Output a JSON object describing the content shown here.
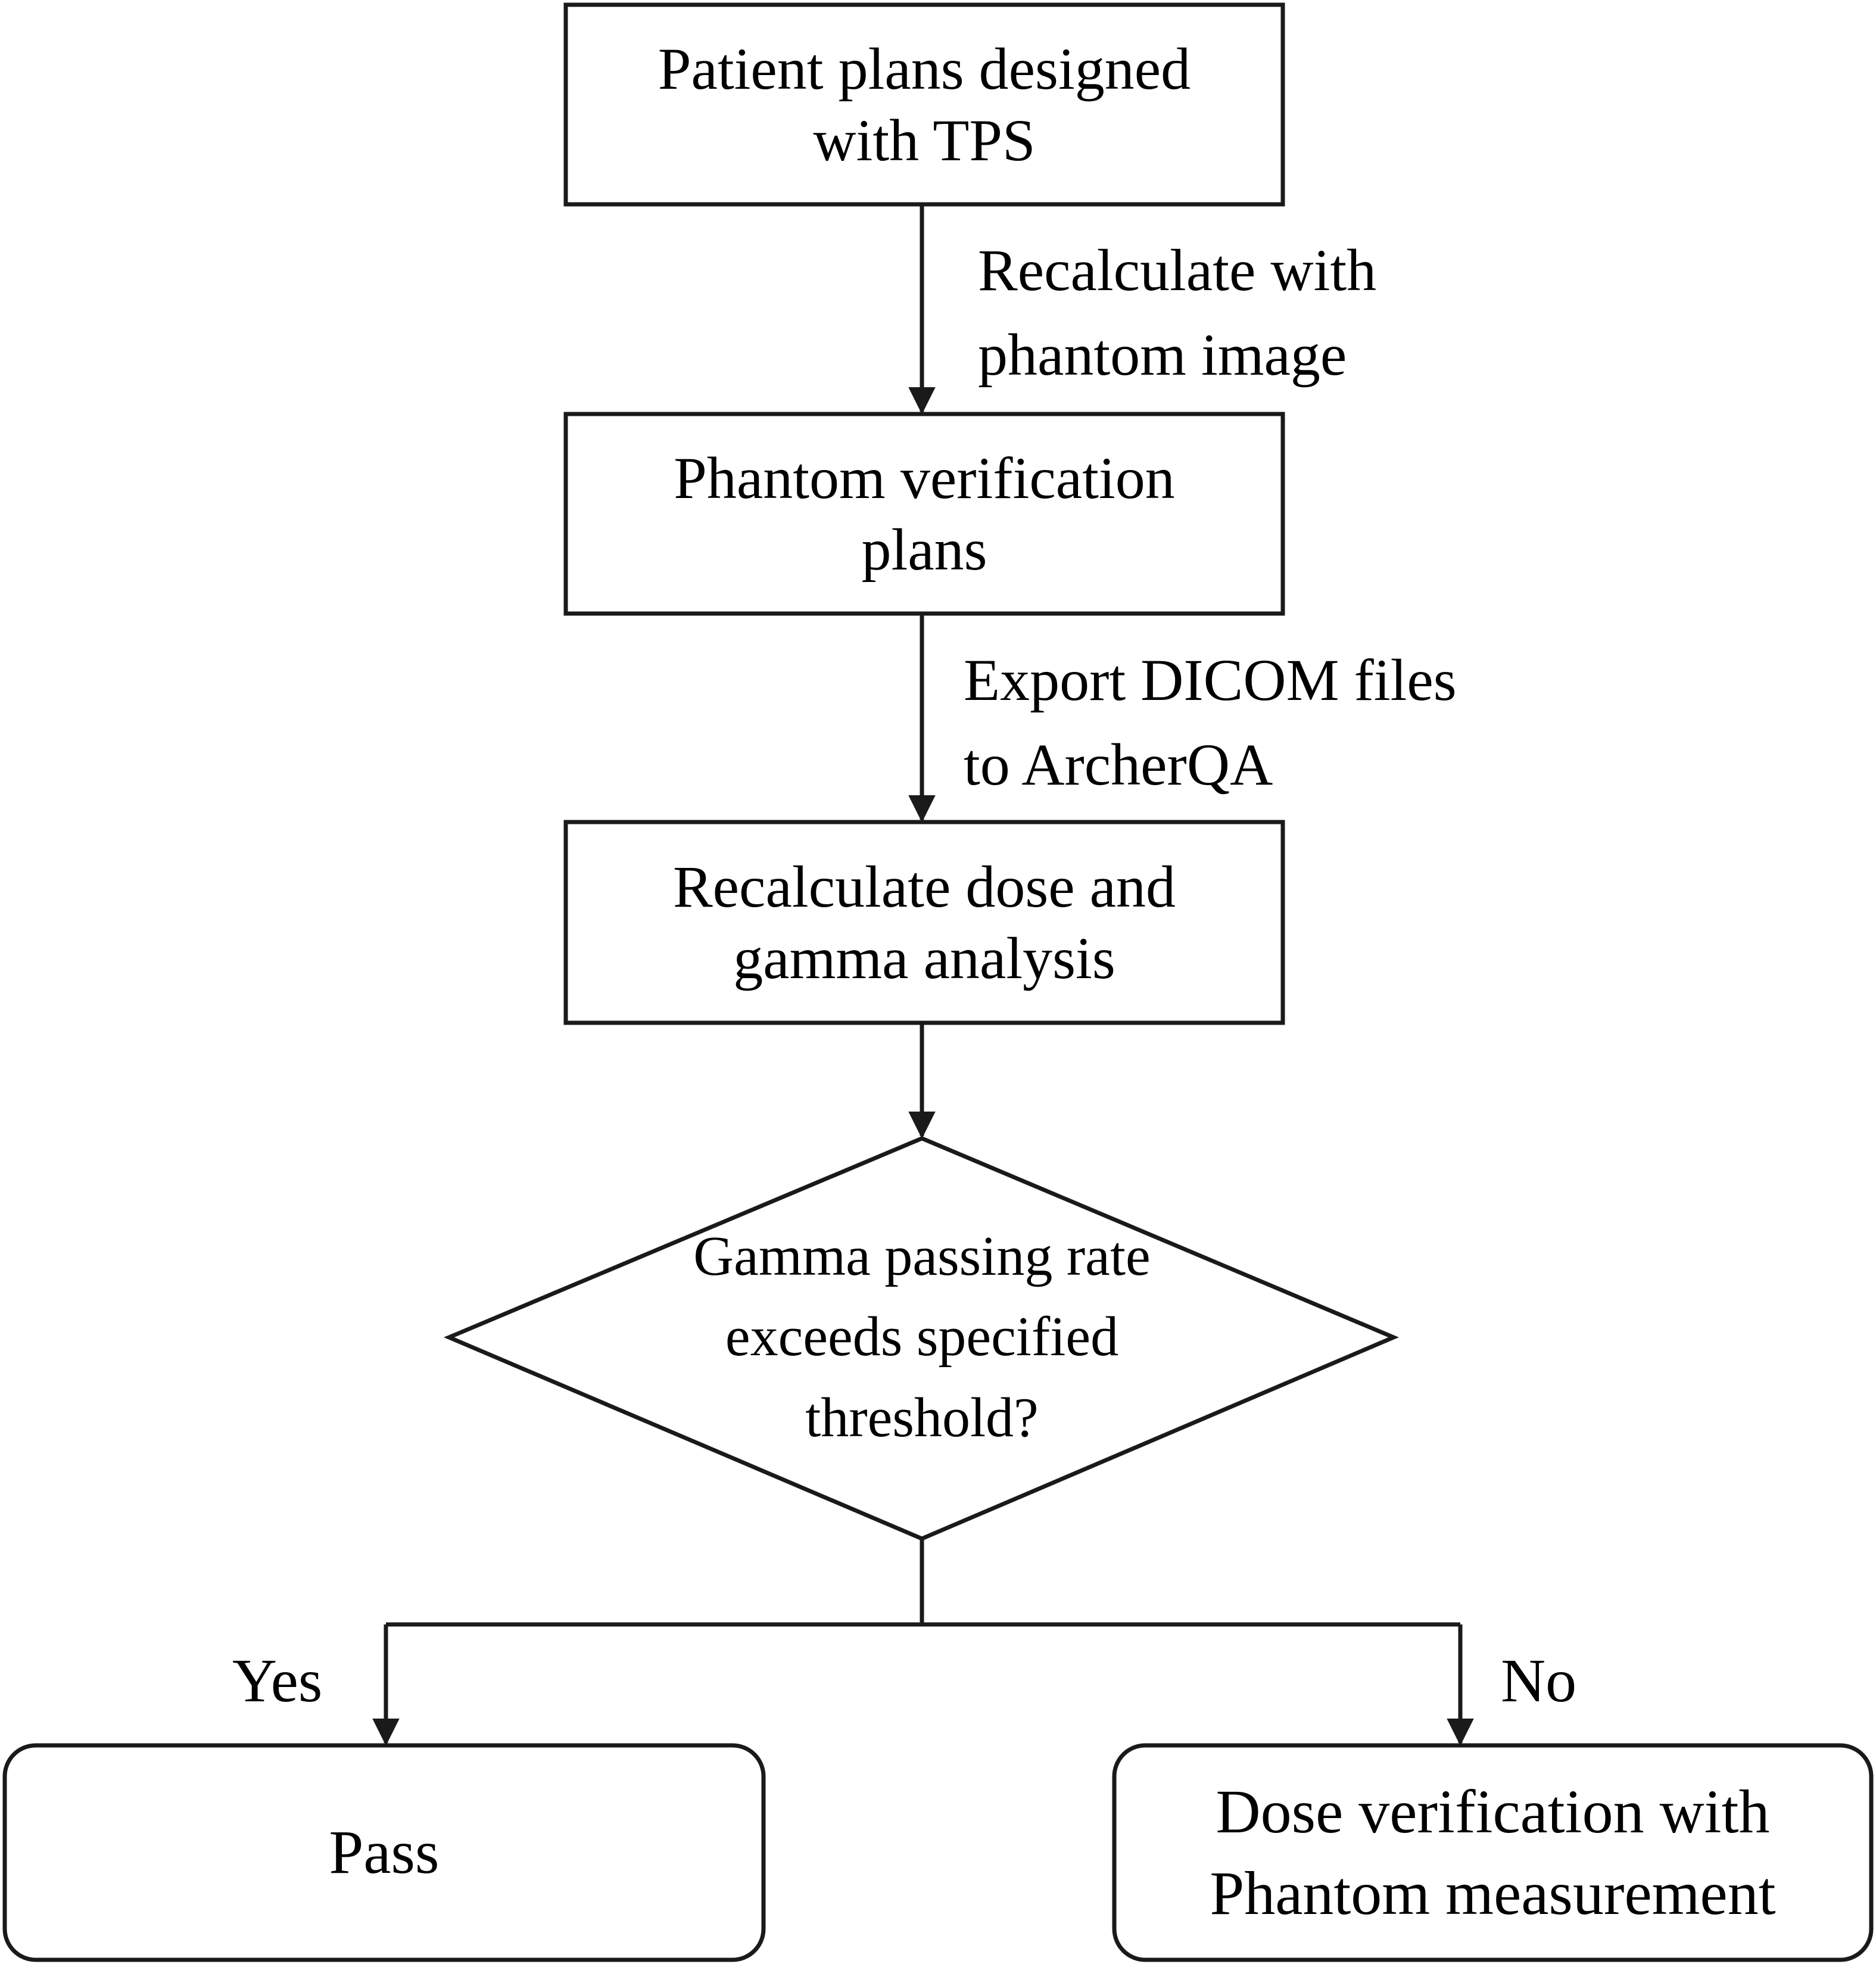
{
  "colors": {
    "stroke": "#1a1a1a",
    "fill": "#ffffff",
    "text": "#000000"
  },
  "nodes": {
    "n1": {
      "line1": "Patient plans designed",
      "line2": "with TPS"
    },
    "n2": {
      "line1": "Phantom verification",
      "line2": "plans"
    },
    "n3": {
      "line1": "Recalculate dose and",
      "line2": "gamma analysis"
    },
    "decision": {
      "line1": "Gamma passing rate",
      "line2": "exceeds specified",
      "line3": "threshold?"
    },
    "pass": {
      "label": "Pass"
    },
    "fail": {
      "line1": "Dose verification with",
      "line2": "Phantom measurement"
    }
  },
  "edges": {
    "e1": {
      "line1": "Recalculate with",
      "line2": "phantom image"
    },
    "e2": {
      "line1": "Export DICOM files",
      "line2": "to ArcherQA"
    },
    "yes": "Yes",
    "no": "No"
  }
}
